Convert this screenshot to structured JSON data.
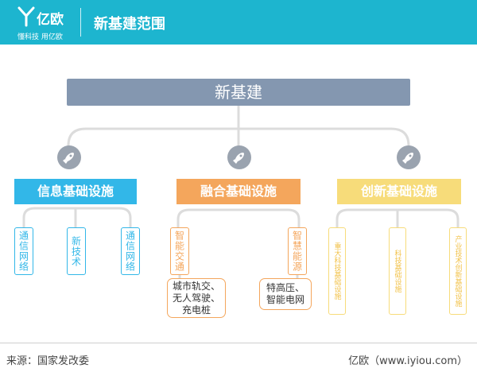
{
  "header": {
    "logo_text": "亿欧",
    "logo_slogan": "懂科技 用亿欧",
    "title": "新基建范围"
  },
  "colors": {
    "header_bg": "#1db5cf",
    "root_bg": "#8497b0",
    "info": "#32b7e8",
    "fusion": "#f4a65c",
    "innovation": "#f7dc7a"
  },
  "diagram": {
    "root": "新基建",
    "categories": [
      {
        "label": "信息基础设施",
        "icon": "rocket-icon",
        "items": [
          "通信网络",
          "新技术",
          "通信网络"
        ]
      },
      {
        "label": "融合基础设施",
        "icon": "rocket-icon",
        "items": [
          "智能交通",
          "智慧能源"
        ],
        "details": [
          [
            "城市轨交、",
            "无人驾驶、",
            "充电桩"
          ],
          [
            "特高压、",
            "智能电网"
          ]
        ]
      },
      {
        "label": "创新基础设施",
        "icon": "rocket-icon",
        "items": [
          "重大科技基础设施",
          "科技基础设施",
          "产业技术创新基础设施"
        ]
      }
    ]
  },
  "footer": {
    "source": "来源：国家发改委",
    "site": "亿欧（www.iyiou.com）"
  }
}
